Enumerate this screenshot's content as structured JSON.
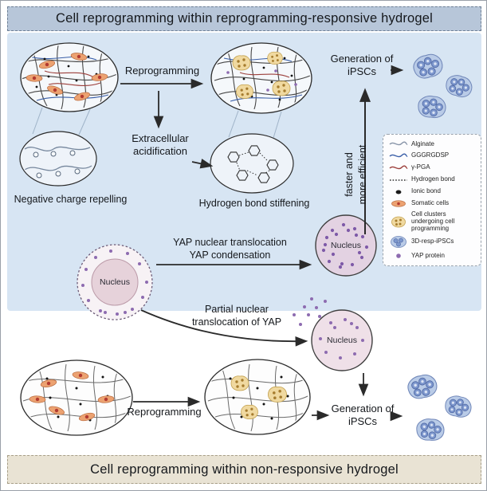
{
  "banners": {
    "top": "Cell reprogramming within reprogramming-responsive hydrogel",
    "bottom": "Cell reprogramming within non-responsive hydrogel"
  },
  "responsive_pathway": {
    "reprogramming_label": "Reprogramming",
    "extracellular_acidification_label": "Extracellular acidification",
    "negative_charge_label": "Negative charge repelling",
    "hydrogen_bond_label": "Hydrogen bond stiffening",
    "generation_ipscs_label": "Generation of iPSCs",
    "faster_label": "faster and more efficient",
    "yap_translocation_label": "YAP nuclear translocation",
    "yap_condensation_label": "YAP condensation",
    "partial_translocation_label": "Partial nuclear translocation of YAP"
  },
  "nonresponsive_pathway": {
    "reprogramming_label": "Reprogramming",
    "generation_ipscs_label": "Generation of iPSCs"
  },
  "nuclei": {
    "left": "Nucleus",
    "responsive": "Nucleus",
    "nonresponsive": "Nucleus"
  },
  "legend": {
    "items": [
      {
        "label": "Alginate",
        "color": "#8794a8"
      },
      {
        "label": "GGGRGDSP",
        "color": "#3a5fa8"
      },
      {
        "label": "γ-PGA",
        "color": "#9c3f3b"
      },
      {
        "label": "Hydrogen bond",
        "color": "#2f2f2f"
      },
      {
        "label": "Ionic bond",
        "color": "#1a1a1a"
      },
      {
        "label": "Somatic cells",
        "color": "#eca271"
      },
      {
        "label": "Cell clusters undergoing cell programming",
        "color": "#f0d9a0"
      },
      {
        "label": "3D-resp-iPSCs",
        "color": "#7d97cd"
      },
      {
        "label": "YAP protein",
        "color": "#8d6bb0"
      }
    ]
  },
  "colors": {
    "top_banner_bg": "#b7c6d9",
    "bottom_banner_bg": "#e9e3d4",
    "responsive_section_bg": "#d7e5f3",
    "arrow": "#2a2a2a",
    "nucleus_fill": "#e6d2da"
  }
}
